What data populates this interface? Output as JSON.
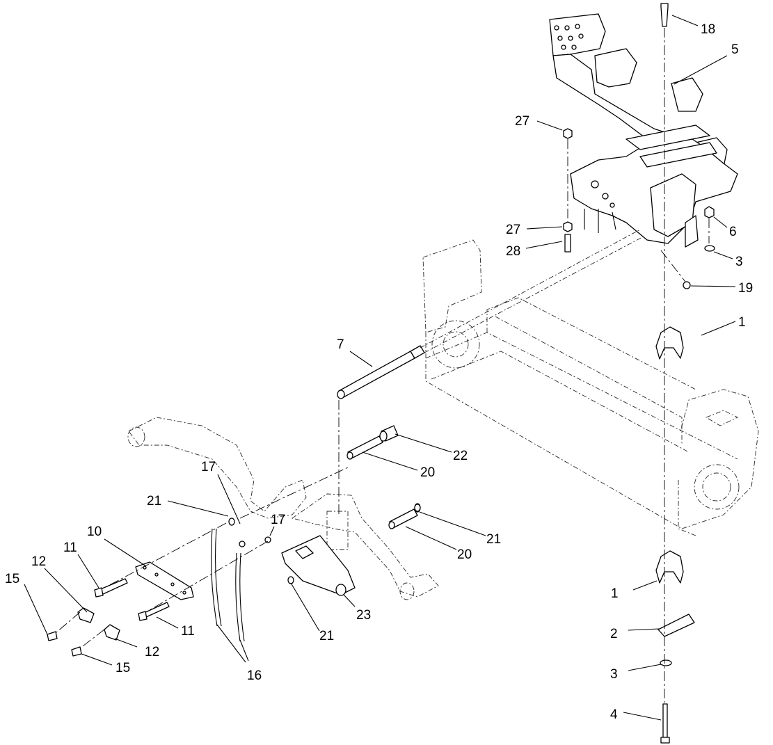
{
  "callouts": [
    {
      "id": "c18",
      "label": "18"
    },
    {
      "id": "c5",
      "label": "5"
    },
    {
      "id": "c27a",
      "label": "27"
    },
    {
      "id": "c27b",
      "label": "27"
    },
    {
      "id": "c28",
      "label": "28"
    },
    {
      "id": "c6",
      "label": "6"
    },
    {
      "id": "c3a",
      "label": "3"
    },
    {
      "id": "c19",
      "label": "19"
    },
    {
      "id": "c1a",
      "label": "1"
    },
    {
      "id": "c7",
      "label": "7"
    },
    {
      "id": "c22",
      "label": "22"
    },
    {
      "id": "c20a",
      "label": "20"
    },
    {
      "id": "c17a",
      "label": "17"
    },
    {
      "id": "c21a",
      "label": "21"
    },
    {
      "id": "c17b",
      "label": "17"
    },
    {
      "id": "c10",
      "label": "10"
    },
    {
      "id": "c11a",
      "label": "11"
    },
    {
      "id": "c12a",
      "label": "12"
    },
    {
      "id": "c15a",
      "label": "15"
    },
    {
      "id": "c21b",
      "label": "21"
    },
    {
      "id": "c20b",
      "label": "20"
    },
    {
      "id": "c1b",
      "label": "1"
    },
    {
      "id": "c23",
      "label": "23"
    },
    {
      "id": "c21c",
      "label": "21"
    },
    {
      "id": "c11b",
      "label": "11"
    },
    {
      "id": "c2",
      "label": "2"
    },
    {
      "id": "c12b",
      "label": "12"
    },
    {
      "id": "c15b",
      "label": "15"
    },
    {
      "id": "c16",
      "label": "16"
    },
    {
      "id": "c3b",
      "label": "3"
    },
    {
      "id": "c4",
      "label": "4"
    }
  ]
}
